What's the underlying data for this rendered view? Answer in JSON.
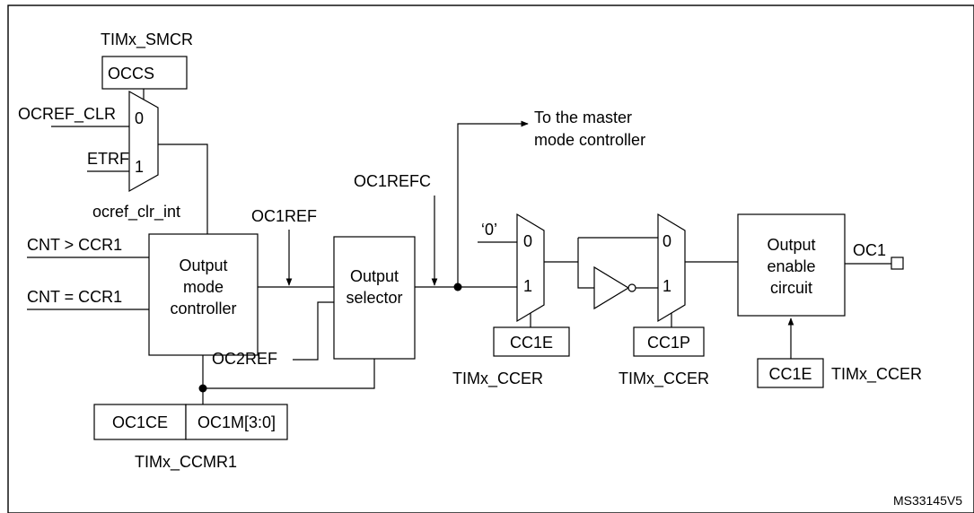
{
  "title_fragment": "",
  "registers": {
    "smcr": "TIMx_SMCR",
    "ccmr1": "TIMx_CCMR1",
    "ccer_a": "TIMx_CCER",
    "ccer_b": "TIMx_CCER",
    "ccer_c": "TIMx_CCER"
  },
  "bits": {
    "occs": "OCCS",
    "oc1ce": "OC1CE",
    "oc1m": "OC1M[3:0]",
    "cc1e_a": "CC1E",
    "cc1p": "CC1P",
    "cc1e_b": "CC1E"
  },
  "signals": {
    "ocref_clr": "OCREF_CLR",
    "etrf": "ETRF",
    "ocref_clr_int": "ocref_clr_int",
    "cnt_gt": "CNT > CCR1",
    "cnt_eq": "CNT = CCR1",
    "oc1ref": "OC1REF",
    "oc2ref": "OC2REF",
    "oc1refc": "OC1REFC",
    "zero_const": "‘0’",
    "oc1": "OC1",
    "master_1": "To the master",
    "master_2": "mode controller"
  },
  "blocks": {
    "omc_1": "Output",
    "omc_2": "mode",
    "omc_3": "controller",
    "sel_1": "Output",
    "sel_2": "selector",
    "oe_1": "Output",
    "oe_2": "enable",
    "oe_3": "circuit"
  },
  "mux_inputs": {
    "m1_0": "0",
    "m1_1": "1",
    "m2_0": "0",
    "m2_1": "1",
    "m3_0": "0",
    "m3_1": "1"
  },
  "ref_code": "MS33145V5"
}
